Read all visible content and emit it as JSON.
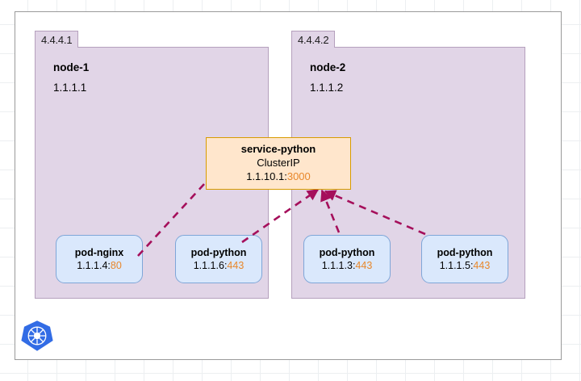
{
  "diagram": {
    "title": "kubernetes-clusterip-service",
    "colors": {
      "node_fill": "#e1d5e7",
      "node_stroke": "#b5a0bd",
      "pod_fill": "#dae8fc",
      "pod_stroke": "#7ea6d8",
      "service_fill": "#ffe6cc",
      "service_stroke": "#d79b00",
      "edge": "#a50f5b",
      "port_text": "#e8872a",
      "logo_blue": "#326ce5"
    },
    "nodes": [
      {
        "tab_label": "4.4.4.1",
        "name": "node-1",
        "ip": "1.1.1.1"
      },
      {
        "tab_label": "4.4.4.2",
        "name": "node-2",
        "ip": "1.1.1.2"
      }
    ],
    "service": {
      "name": "service-python",
      "type": "ClusterIP",
      "ip": "1.1.10.1",
      "separator": ":",
      "port": "3000"
    },
    "pods": [
      {
        "name": "pod-nginx",
        "ip": "1.1.1.4",
        "separator": ":",
        "port": "80"
      },
      {
        "name": "pod-python",
        "ip": "1.1.1.6",
        "separator": ":",
        "port": "443"
      },
      {
        "name": "pod-python",
        "ip": "1.1.1.3",
        "separator": ":",
        "port": "443"
      },
      {
        "name": "pod-python",
        "ip": "1.1.1.5",
        "separator": ":",
        "port": "443"
      }
    ],
    "logo": {
      "icon": "kubernetes-helm-icon"
    }
  }
}
